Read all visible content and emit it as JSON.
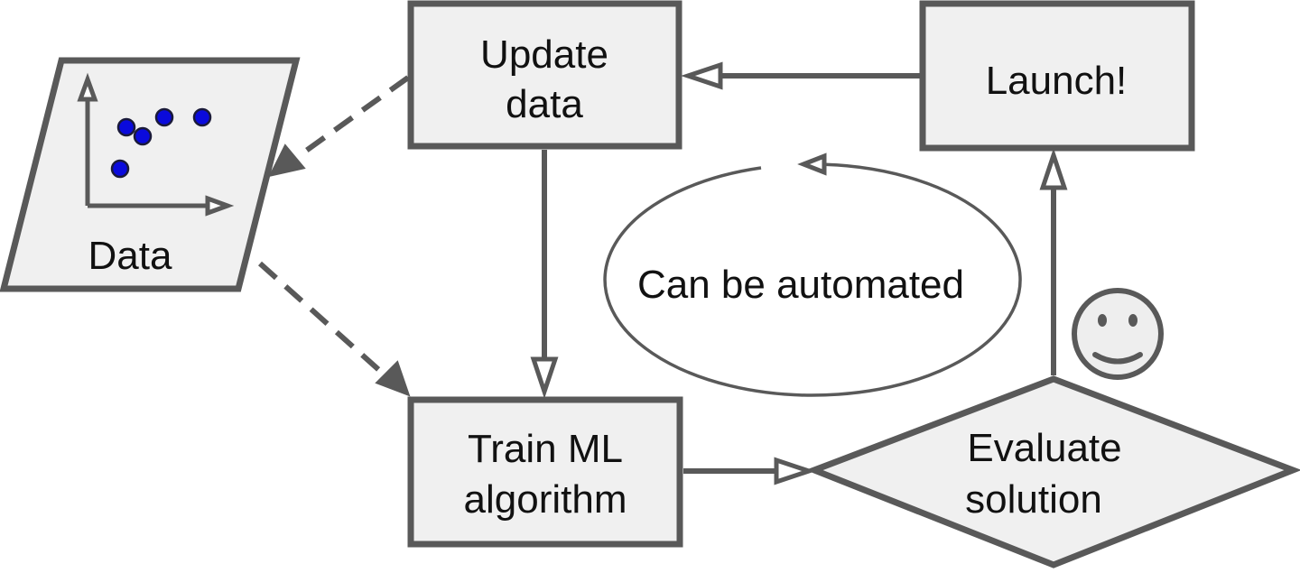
{
  "nodes": {
    "data": {
      "label": "Data"
    },
    "update_data": {
      "line1": "Update",
      "line2": "data"
    },
    "launch": {
      "label": "Launch!"
    },
    "train": {
      "line1": "Train ML",
      "line2": "algorithm"
    },
    "evaluate": {
      "line1": "Evaluate",
      "line2": "solution"
    }
  },
  "loop": {
    "label": "Can be automated"
  },
  "colors": {
    "stroke": "#595959",
    "fill": "#f0f0f0",
    "dot": "#0a0adc"
  },
  "icons": {
    "smiley": "smiley-icon",
    "scatter": "scatter-plot-icon"
  }
}
